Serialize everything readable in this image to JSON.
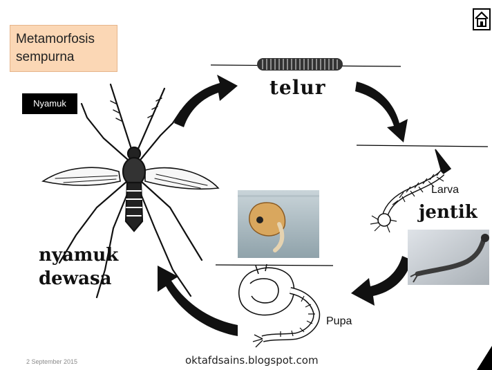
{
  "title": {
    "line1": "Metamorfosis",
    "line2": "sempurna"
  },
  "tag": "Nyamuk",
  "stages": {
    "telur": "telur",
    "larva": "Larva",
    "jentik": "jentik",
    "pupa": "Pupa",
    "adult_line1": "nyamuk",
    "adult_line2": "dewasa"
  },
  "footer": {
    "date": "2 September 2015",
    "source": "oktafdsains.blogspot.com"
  },
  "icons": {
    "home": "home-icon"
  },
  "colors": {
    "title_bg": "#fbd7b5",
    "tag_bg": "#000000",
    "photo_water": "#9fb3bb"
  }
}
